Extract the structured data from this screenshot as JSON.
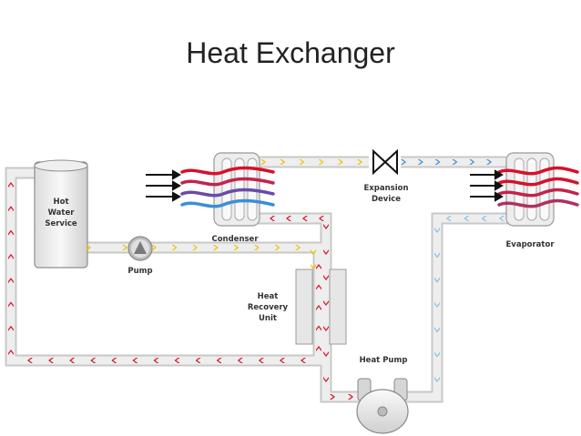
{
  "title": "Heat Exchanger",
  "labels": {
    "hot_water_1": "Hot",
    "hot_water_2": "Water",
    "hot_water_3": "Service",
    "pump": "Pump",
    "condenser": "Condenser",
    "expansion_1": "Expansion",
    "expansion_2": "Device",
    "evaporator": "Evaporator",
    "recovery_1": "Heat",
    "recovery_2": "Recovery",
    "recovery_3": "Unit",
    "heat_pump": "Heat Pump"
  },
  "colors": {
    "hot": "#d8102a",
    "warm": "#f2c000",
    "cold": "#3a8fd4",
    "cool": "#7cc3ee",
    "pipe": "#dcdcdc"
  },
  "icons": [
    "airflow-arrow-icon",
    "pump-icon",
    "expansion-valve-icon",
    "compressor-icon"
  ]
}
